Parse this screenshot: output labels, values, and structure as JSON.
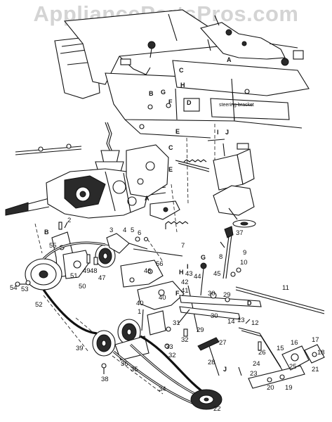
{
  "watermark": "AppliancePartsPros.com",
  "callouts": {
    "steering_bracket": "steering bracket",
    "letters": [
      "A",
      "B",
      "C",
      "D",
      "E",
      "F",
      "G",
      "H",
      "I",
      "J",
      "A",
      "B",
      "C",
      "D",
      "E",
      "F",
      "G",
      "H",
      "I",
      "J"
    ],
    "numbers": [
      "1",
      "2",
      "3",
      "4",
      "5",
      "6",
      "7",
      "8",
      "9",
      "10",
      "11",
      "12",
      "13",
      "14",
      "15",
      "16",
      "17",
      "18",
      "19",
      "20",
      "21",
      "22",
      "23",
      "24",
      "25",
      "26",
      "27",
      "28",
      "29",
      "30",
      "31",
      "32",
      "33",
      "34",
      "35",
      "36",
      "37",
      "38",
      "39",
      "40",
      "41",
      "42",
      "43",
      "44",
      "45",
      "46",
      "47",
      "48",
      "49",
      "50",
      "51",
      "52",
      "53",
      "54",
      "55",
      "56"
    ]
  }
}
